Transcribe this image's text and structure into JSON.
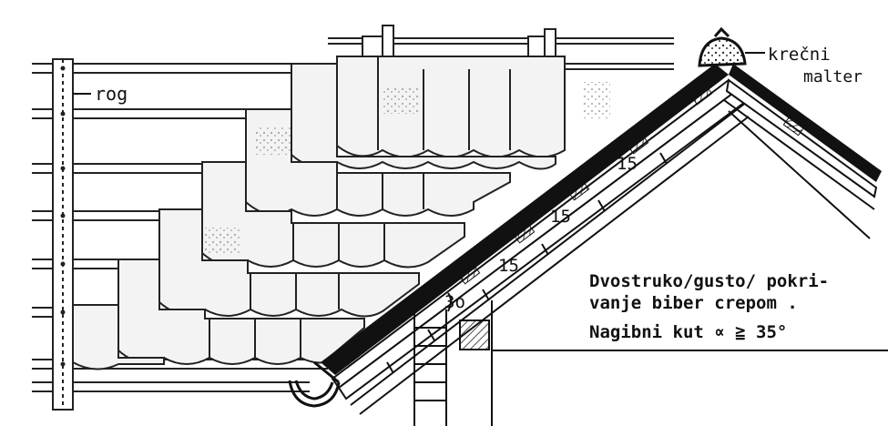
{
  "labels": {
    "rog": "rog",
    "krecni": "krečni",
    "malter": "malter"
  },
  "dimensions": [
    "15",
    "15",
    "15",
    "3o"
  ],
  "title": {
    "line1": "Dvostruko/gusto/ pokri-",
    "line2": "vanje biber crepom .",
    "line3": "Nagibni kut ∝ ≧ 35°"
  },
  "colors": {
    "ink": "#111111",
    "paper": "#ffffff",
    "tile_shade": "#e4e4e4",
    "batten": "#222222"
  }
}
